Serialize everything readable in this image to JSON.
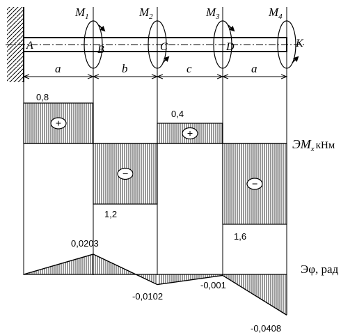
{
  "shaft": {
    "points": [
      "A",
      "B",
      "C",
      "D",
      "K"
    ],
    "segments": [
      "a",
      "b",
      "c",
      "a"
    ],
    "moments": [
      "M",
      "M",
      "M",
      "M"
    ],
    "moment_indices": [
      "1",
      "2",
      "3",
      "4"
    ]
  },
  "torque_diagram": {
    "axis_prefix": "ЭM",
    "axis_subscript": "x",
    "unit": "кНм",
    "values": [
      0.8,
      -1.2,
      0.4,
      -1.6
    ],
    "labels": [
      "0,8",
      "1,2",
      "0,4",
      "1,6"
    ],
    "signs": [
      "+",
      "−",
      "+",
      "−"
    ]
  },
  "angle_diagram": {
    "axis_label": "Эφ, рад",
    "values": [
      0,
      0.0203,
      -0.0102,
      -0.001,
      -0.0408
    ],
    "labels": [
      "0,0203",
      "-0,0102",
      "-0,001",
      "-0,0408"
    ]
  },
  "chart_data": {
    "type": "area",
    "categories": [
      "A",
      "B",
      "C",
      "D",
      "K"
    ],
    "series": [
      {
        "name": "ЭMx, кНм",
        "values": [
          0.8,
          -1.2,
          0.4,
          -1.6
        ]
      },
      {
        "name": "Эφ, рад",
        "values": [
          0,
          0.0203,
          -0.0102,
          -0.001,
          -0.0408
        ]
      }
    ]
  }
}
